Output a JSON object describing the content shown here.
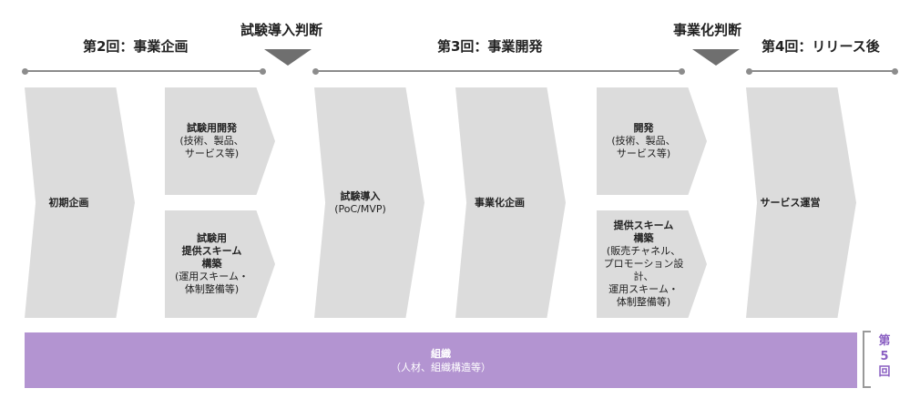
{
  "phases": {
    "phase2": "第2回：事業企画",
    "phase3": "第3回：事業開発",
    "phase4": "第4回：リリース後"
  },
  "gates": {
    "trial_decision": "試験導入判断",
    "business_decision": "事業化判断"
  },
  "boxes": {
    "initial_plan": {
      "title": "初期企画"
    },
    "trial_dev": {
      "title": "試験用開発",
      "detail": [
        "(技術、製品、",
        "サービス等)"
      ]
    },
    "trial_scheme": {
      "title": [
        "試験用",
        "提供スキーム",
        "構築"
      ],
      "detail": [
        "(運用スキーム・",
        "体制整備等)"
      ]
    },
    "trial_intro": {
      "title": "試験導入",
      "detail": "(PoC/MVP)"
    },
    "biz_plan": {
      "title": "事業化企画"
    },
    "dev": {
      "title": "開発",
      "detail": [
        "(技術、製品、",
        "サービス等)"
      ]
    },
    "scheme": {
      "title": [
        "提供スキーム",
        "構築"
      ],
      "detail": [
        "(販売チャネル、",
        "プロモーション設計、",
        "運用スキーム・",
        "体制整備等)"
      ]
    },
    "service_ops": {
      "title": "サービス運営"
    }
  },
  "org": {
    "title": "組織",
    "detail": "（人材、組織構造等）"
  },
  "vertical_label": [
    "第",
    "5",
    "回"
  ],
  "colors": {
    "chevron_fill": "#dcdcdc",
    "timeline": "#8c8c8c",
    "gate_marker": "#6f6f6f",
    "org_bar": "#b394d1",
    "vertical_label": "#8a5fc2"
  }
}
